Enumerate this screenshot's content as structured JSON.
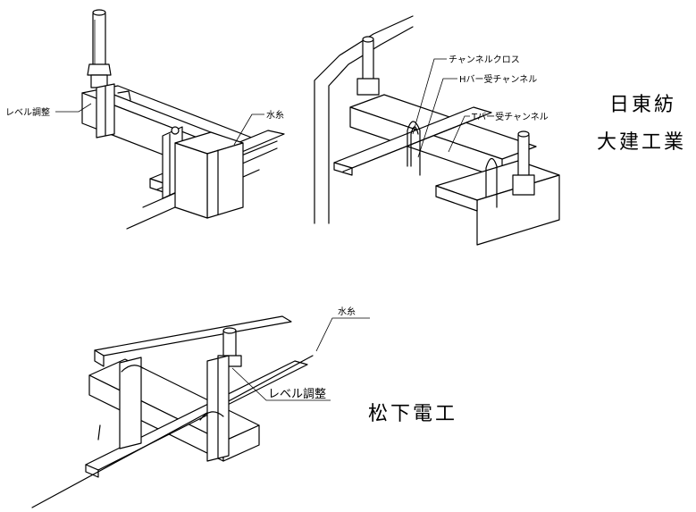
{
  "diagrams": {
    "top_left": {
      "level_adjust": "レベル調整",
      "water_line": "水糸"
    },
    "top_right": {
      "channel_cross": "チャンネルクロス",
      "h_bar_channel": "Hバー受チャンネル",
      "t_bar_channel": "Tバー受チャンネル",
      "manufacturer_1": "日東紡",
      "manufacturer_2": "大建工業"
    },
    "bottom": {
      "water_line": "水糸",
      "level_adjust": "レベル調整",
      "manufacturer": "松下電工"
    }
  }
}
